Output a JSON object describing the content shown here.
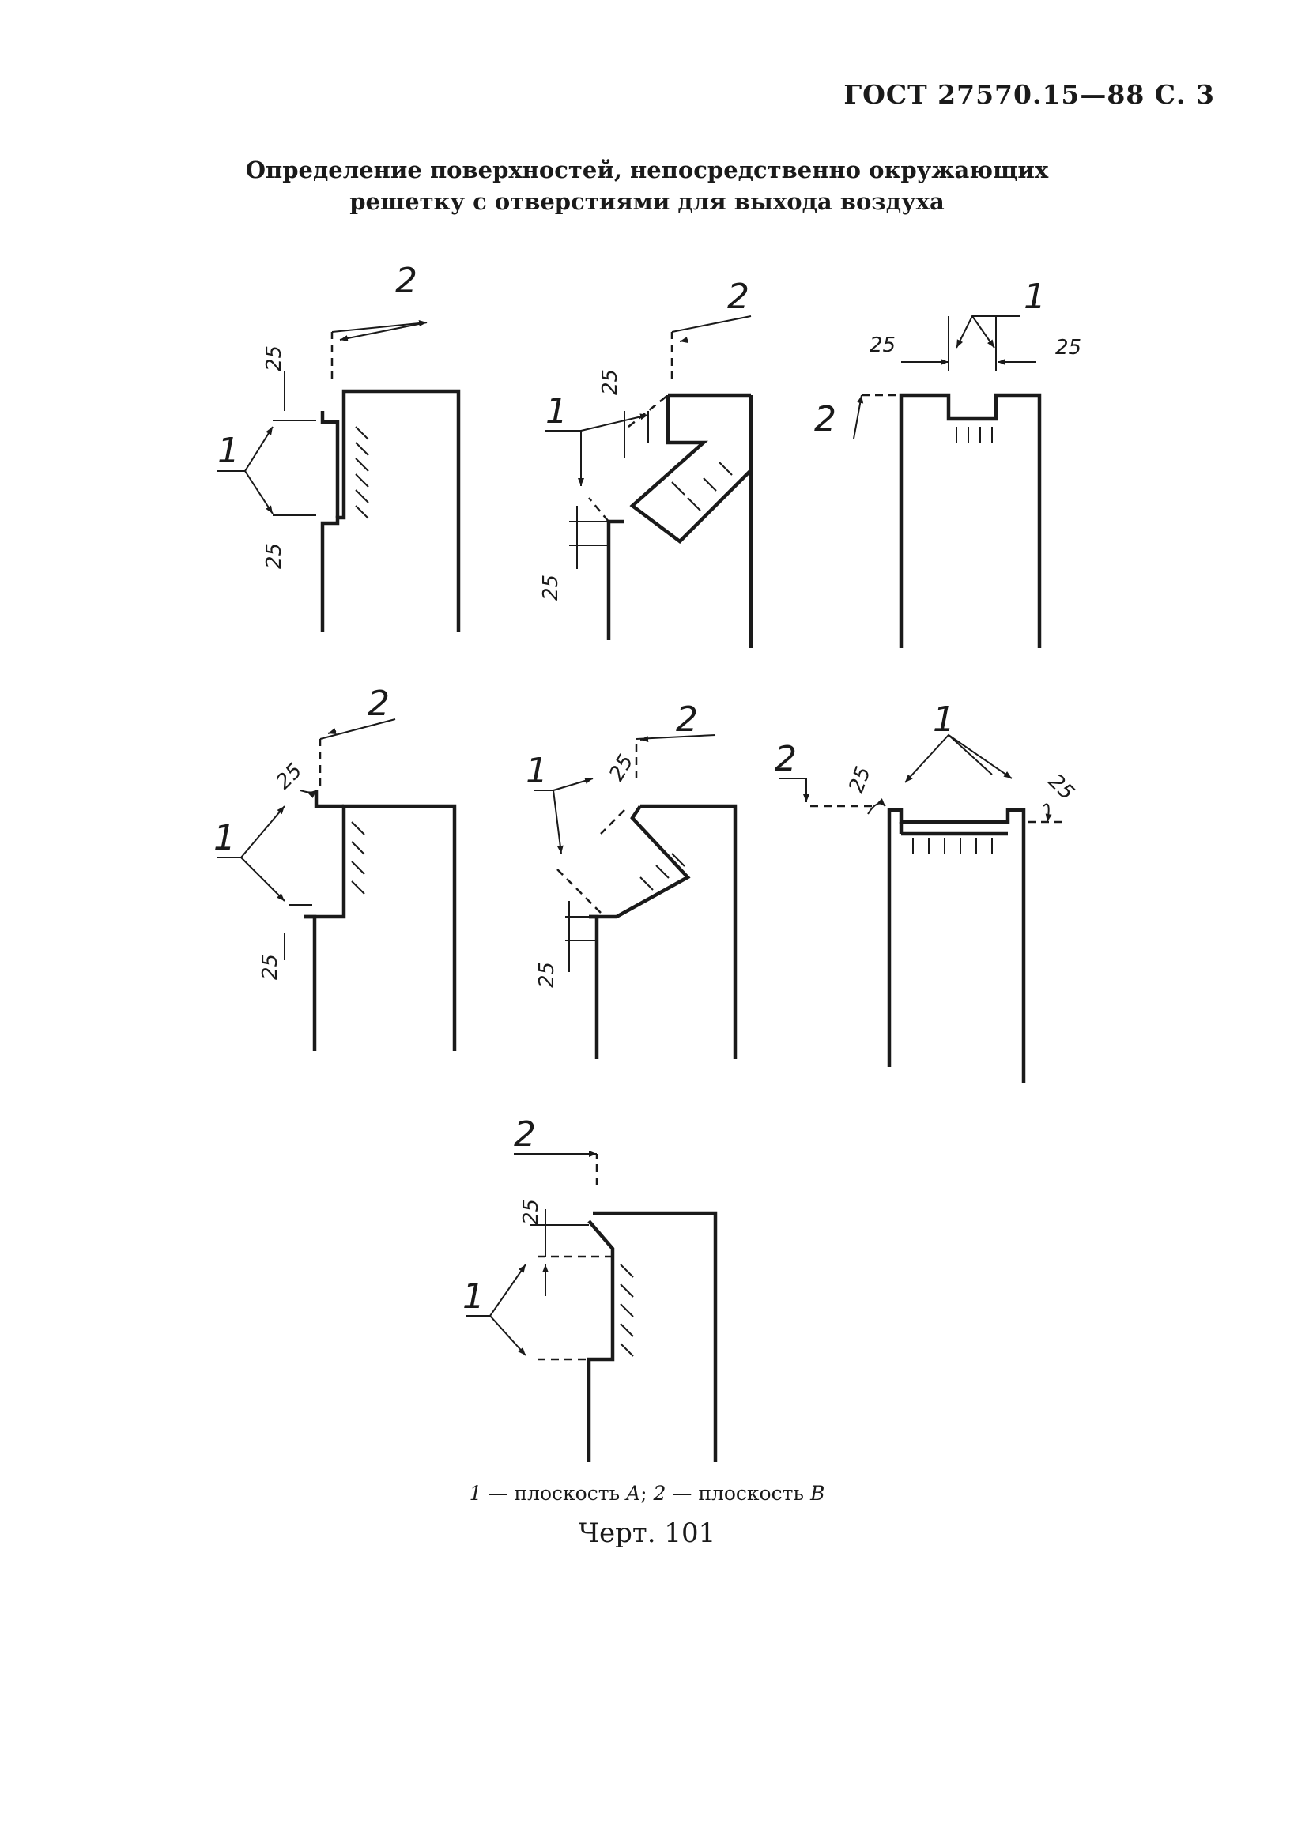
{
  "header": "ГОСТ 27570.15—88 С. 3",
  "title": {
    "line1": "Определение поверхностей, непосредственно окружающих",
    "line2": "решетку с отверстиями для выхода воздуха"
  },
  "dimension_label": "25",
  "callout_plane_a": "1",
  "callout_plane_b": "2",
  "legend": {
    "num1": "1",
    "text1": " — плоскость ",
    "plane_a": "A",
    "sep": "; ",
    "num2": "2",
    "text2": " — плоскость ",
    "plane_b": "B"
  },
  "caption": "Черт. 101"
}
